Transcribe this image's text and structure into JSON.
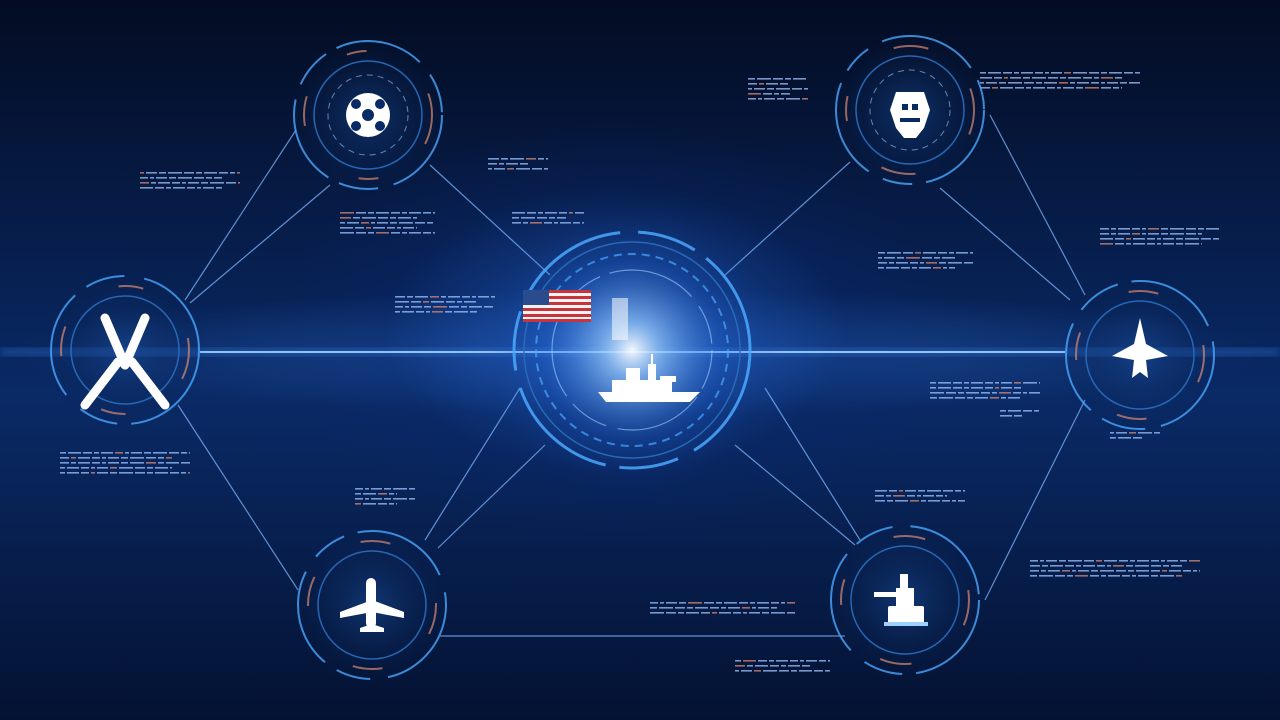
{
  "colors": {
    "background": "#04102a",
    "glow": "#3a8cff",
    "ring": "#4aa8ff",
    "ring_dim": "#2a6fc0",
    "accent": "#d88a72",
    "line": "#7fb6ff",
    "icon": "#ffffff"
  },
  "hub": {
    "icon": "warship-icon",
    "flag": "us-flag-icon"
  },
  "nodes": [
    {
      "id": "satellite",
      "icon": "satellite-icon"
    },
    {
      "id": "robot",
      "icon": "robot-icon"
    },
    {
      "id": "drone",
      "icon": "drone-icon"
    },
    {
      "id": "fighter-jet",
      "icon": "fighter-jet-icon"
    },
    {
      "id": "aircraft",
      "icon": "aircraft-icon"
    },
    {
      "id": "tank",
      "icon": "tank-icon"
    }
  ]
}
